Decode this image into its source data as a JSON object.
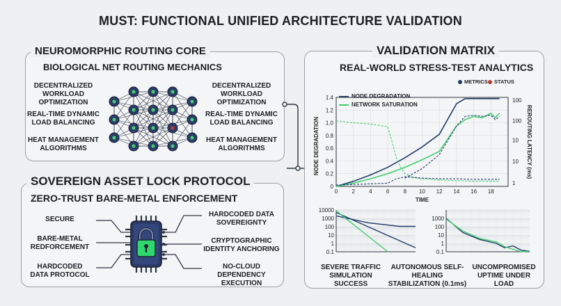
{
  "title": "MUST: FUNCTIONAL UNIFIED ARCHITECTURE VALIDATION",
  "routing": {
    "title": "NEUROMORPHIC ROUTING CORE",
    "subtitle": "BIOLOGICAL NET ROUTING MECHANICS",
    "left": [
      "DECENTRALIZED WORKLOAD OPTIMIZATION",
      "REAL-TIME DYNAMIC LOAD BALANCING",
      "HEAT MANAGEMENT ALGORITHMS"
    ],
    "right": [
      "DECENTRALIZED WORKLOAD OPTIMIZATION",
      "REAL-TIME DYNAMIC LOAD BALANCING",
      "HEAT MANAGEMENT ALGORITHMS"
    ],
    "icon": "neural-network-icon"
  },
  "lock": {
    "title": "SOVEREIGN ASSET LOCK PROTOCOL",
    "subtitle": "ZERO-TRUST BARE-METAL ENFORCEMENT",
    "left": [
      "SECURE",
      "BARE-METAL REDFORCEMENT",
      "HARDCODED DATA PROTOCOL"
    ],
    "right": [
      "HARDCODED DATA SOVEREIGNTY",
      "CRYPTOGRAPHIC IDENTITY ANCHORING",
      "NO-CLOUD DEPENDENCY EXECUTION"
    ],
    "icon": "chip-padlock-icon"
  },
  "validation": {
    "title": "VALIDATION MATRIX",
    "subtitle": "REAL-WORLD STRESS-TEST ANALYTICS",
    "badges": [
      "METRICS",
      "STATUS"
    ],
    "captions": [
      "SEVERE TRAFFIC SIMULATION SUCCESS",
      "AUTONOMOUS SELF-HEALING STABILIZATION (0.1ms)",
      "UNCOMPROMISED UPTIME UNDER LOAD"
    ]
  },
  "colors": {
    "navy": "#1f3a68",
    "green": "#3fce6e",
    "red": "#c0392b",
    "panel_border": "#9aa1a8"
  },
  "chart_data": [
    {
      "type": "line",
      "xlabel": "TIME",
      "ylabel": "NODE DEGRADATION",
      "y2label": "REROUTING LATENCY (ms)",
      "xlim": [
        0,
        20
      ],
      "ylim": [
        0,
        1.4
      ],
      "y2scale": "log",
      "y2lim": [
        1,
        100
      ],
      "x_ticks": [
        "0",
        "2",
        "4",
        "6",
        "8",
        "10",
        "12",
        "14",
        "16",
        "18"
      ],
      "y_ticks": [
        "0",
        "0.2",
        "0.4",
        "0.6",
        "0.8",
        "1.0",
        "1.2",
        "1.4"
      ],
      "y2_ticks": [
        "1",
        "10",
        "10",
        "100",
        "100"
      ],
      "legend": "top-left",
      "grid": true,
      "series": [
        {
          "name": "NODE DEGRADATION",
          "color": "#1f3a68",
          "axis": "left",
          "x": [
            0,
            2,
            4,
            6,
            8,
            10,
            12,
            14,
            15,
            16,
            18,
            19
          ],
          "y": [
            0,
            0.08,
            0.18,
            0.3,
            0.45,
            0.62,
            0.82,
            1.3,
            1.38,
            1.38,
            1.38,
            1.38
          ]
        },
        {
          "name": "NETWORK SATURATION",
          "color": "#3fce6e",
          "axis": "left",
          "x": [
            0,
            2,
            4,
            6,
            8,
            10,
            12,
            14,
            15,
            16,
            17,
            18,
            18.5,
            19
          ],
          "y": [
            0,
            0.05,
            0.12,
            0.2,
            0.3,
            0.42,
            0.55,
            0.95,
            1.05,
            1.1,
            1.08,
            1.15,
            1.08,
            1.15
          ]
        },
        {
          "name": "",
          "color": "#3fce6e",
          "style": "dashed",
          "axis": "left",
          "x": [
            0,
            2,
            4,
            6,
            6.5,
            7,
            7.5,
            8,
            9,
            10,
            12,
            14,
            16,
            18,
            19
          ],
          "y": [
            1.03,
            1.0,
            0.98,
            0.94,
            0.7,
            0.45,
            0.3,
            0.2,
            0.14,
            0.12,
            0.1,
            0.09,
            0.08,
            0.08,
            0.08
          ]
        },
        {
          "name": "",
          "color": "#1f3a68",
          "style": "dashed",
          "axis": "left",
          "x": [
            0,
            6,
            7,
            8,
            9,
            10,
            12,
            14,
            16,
            18,
            19
          ],
          "y": [
            0.02,
            0.05,
            0.12,
            0.15,
            0.14,
            0.13,
            0.12,
            0.12,
            0.11,
            0.11,
            0.11
          ]
        },
        {
          "name": "",
          "color": "#1f3a68",
          "style": "dashed",
          "axis": "left",
          "x": [
            8,
            10,
            12,
            14,
            15,
            16,
            17,
            18,
            18.5,
            19
          ],
          "y": [
            0.13,
            0.28,
            0.5,
            0.95,
            1.1,
            1.12,
            1.1,
            1.12,
            1.05,
            1.1
          ]
        }
      ]
    },
    {
      "type": "line",
      "yscale": "log",
      "ylim": [
        0.1,
        10000
      ],
      "y_ticks": [
        "10000",
        "1000",
        "100",
        "10",
        "1",
        "0.1"
      ],
      "series": [
        {
          "name": "",
          "color": "#1f3a68",
          "x": [
            0,
            4,
            8,
            9,
            10
          ],
          "y": [
            2000,
            300,
            110,
            110,
            110
          ]
        },
        {
          "name": "",
          "color": "#1f3a68",
          "x": [
            0,
            10
          ],
          "y": [
            5000,
            0.3
          ]
        },
        {
          "name": "",
          "color": "#3fce6e",
          "x": [
            0,
            6.5
          ],
          "y": [
            8000,
            0.1
          ]
        }
      ]
    },
    {
      "type": "line",
      "yscale": "log",
      "ylim": [
        0.1,
        10000
      ],
      "y_ticks": [
        "1000",
        "100",
        "10",
        "1",
        "0.1"
      ],
      "series": [
        {
          "name": "",
          "color": "#1f3a68",
          "x": [
            0,
            2,
            4,
            6,
            7,
            8,
            9,
            10
          ],
          "y": [
            1000,
            20,
            3,
            1,
            0.3,
            0.5,
            0.15,
            0.12
          ]
        },
        {
          "name": "",
          "color": "#3fce6e",
          "x": [
            0,
            2,
            4,
            6,
            7,
            8,
            9,
            10
          ],
          "y": [
            800,
            30,
            4,
            1.5,
            0.4,
            0.2,
            0.1,
            0.12
          ]
        }
      ]
    }
  ]
}
